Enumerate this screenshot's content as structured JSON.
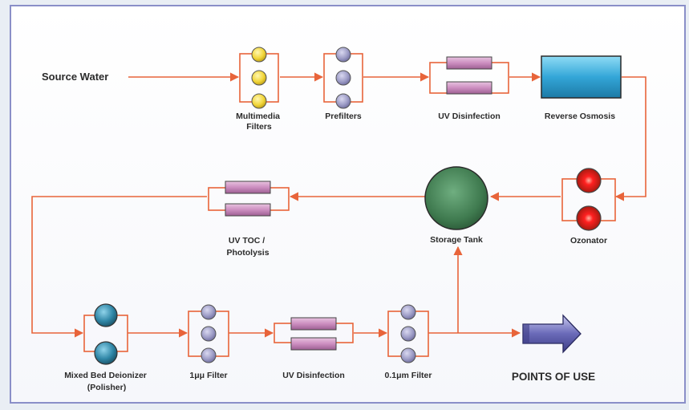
{
  "diagram": {
    "source_label": "Source Water",
    "points_of_use_label": "POINTS OF USE",
    "stages": {
      "multimedia_filters": [
        "Multimedia",
        "Filters"
      ],
      "prefilters": [
        "Prefilters"
      ],
      "uv_disinfection_1": [
        "UV Disinfection"
      ],
      "reverse_osmosis": [
        "Reverse Osmosis"
      ],
      "ozonator": [
        "Ozonator"
      ],
      "storage_tank": [
        "Storage Tank"
      ],
      "uv_toc": [
        "UV TOC /",
        "Photolysis"
      ],
      "mixed_bed_deionizer": [
        "Mixed Bed Deionizer",
        "(Polisher)"
      ],
      "filter_1pp": [
        "1μμ Filter"
      ],
      "uv_disinfection_2": [
        "UV Disinfection"
      ],
      "filter_01um": [
        "0.1μm Filter"
      ]
    }
  },
  "colors": {
    "flow_line": "#e8643a",
    "frame_border": "#8a8fc8",
    "multimedia": "#f2d63a",
    "prefilter": "#9d9cc6",
    "uv_lamp": "#cc8ec0",
    "reverse_osmosis": "#33a6d8",
    "ozonator_outer": "#c0392b",
    "ozonator_inner": "#ff2020",
    "storage_tank": "#3f7a4f",
    "deionizer": "#2f86a6",
    "arrow": "#6a6ab8"
  }
}
